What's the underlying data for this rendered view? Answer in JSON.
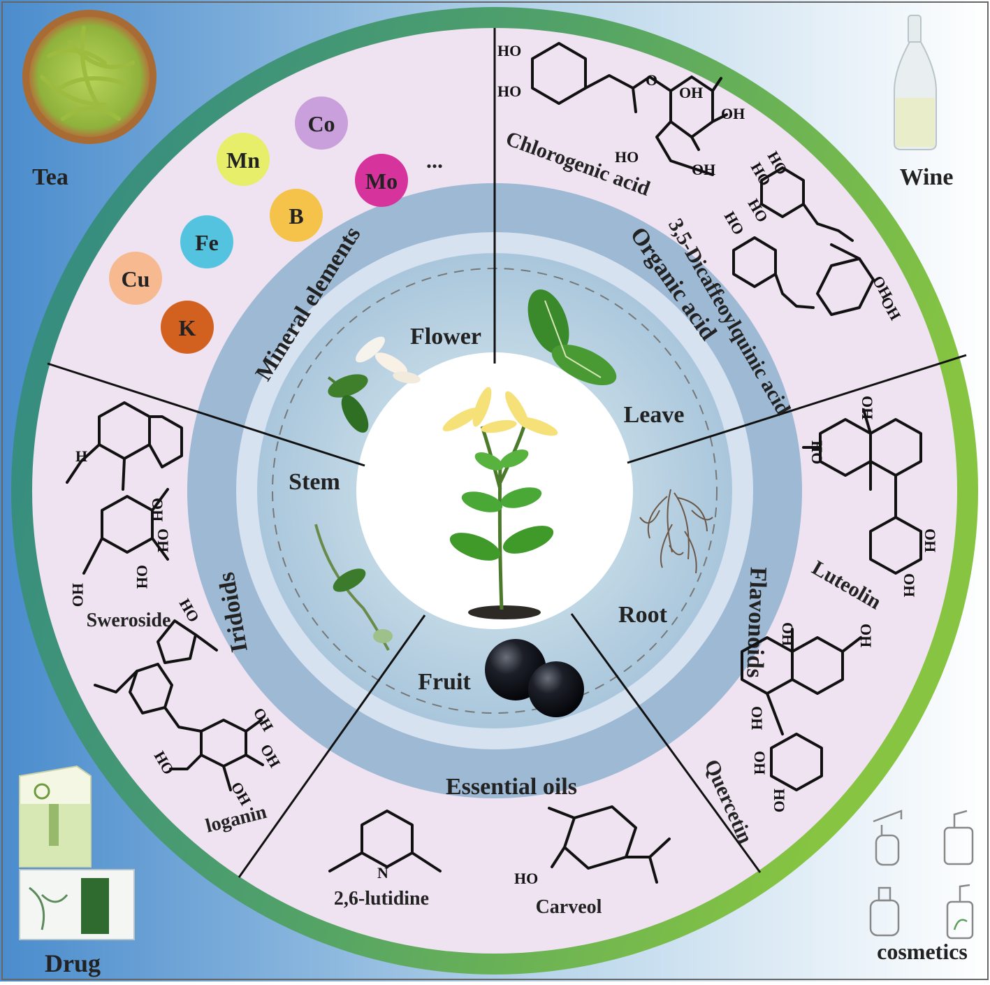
{
  "corners": {
    "tea": "Tea",
    "wine": "Wine",
    "drug": "Drug",
    "cosmetics": "cosmetics"
  },
  "center": {
    "parts": [
      "Flower",
      "Leave",
      "Root",
      "Fruit",
      "Stem"
    ]
  },
  "categories": {
    "mineral": "Mineral   elements",
    "organic": "Organic acid",
    "flavonoids": "Flavonoids",
    "essential": "Essential oils",
    "iridoids": "Iridoids"
  },
  "minerals": {
    "items": [
      "Co",
      "Mn",
      "Mo",
      "B",
      "Fe",
      "Cu",
      "K"
    ],
    "more": "...",
    "colors": [
      "#c9a0dc",
      "#e6ee6a",
      "#d6349c",
      "#f5c24a",
      "#54c3e0",
      "#f7b98f",
      "#d2611f"
    ]
  },
  "compounds": {
    "chlorogenic": "Chlorogenic acid",
    "dicaffeoyl": "3,5-Dicaffeoylquinic acid",
    "luteolin": "Luteolin",
    "quercetin": "Quercetin",
    "lutidine": "2,6-lutidine",
    "carveol": "Carveol",
    "sweroside": "Sweroside",
    "loganin": "loganin"
  },
  "molecule_labels": {
    "ho": "HO",
    "oh": "OH",
    "o": "O",
    "n": "N",
    "h": "H"
  },
  "colors": {
    "outer_ring_left": "#3f8f8a",
    "outer_ring_right": "#7fc242",
    "sector_fill": "#efe2f1",
    "category_band": "#9ab7d3",
    "parts_disc": "#c4d9e6",
    "bg_left": "#4c8fcf",
    "bg_right": "#ffffff"
  },
  "icons": [
    "tea-leaves-bowl-icon",
    "glass-bottle-icon",
    "medicine-box-icon",
    "medicine-sachet-icon",
    "cosmetic-bottles-icon",
    "honeysuckle-plant-icon",
    "honeysuckle-flower-icon",
    "leaf-pair-icon",
    "root-icon",
    "berries-icon",
    "stem-icon"
  ]
}
